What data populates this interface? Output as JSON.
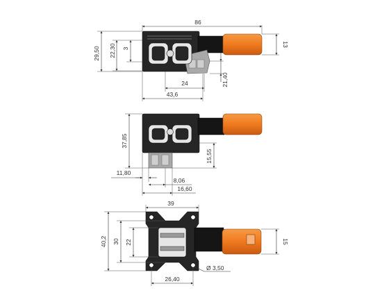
{
  "colors": {
    "ink": "#333333",
    "body_dark": "#262626",
    "orange": "#f07a1e",
    "orange_dark": "#c85a12",
    "grey_part": "#a9a9a9"
  },
  "views": {
    "top": {
      "dims": {
        "overall_width": "86",
        "total_height": "29,50",
        "height_22": "22,30",
        "offset_3": "3",
        "tab_height": "13",
        "base_width": "24",
        "body_width": "43,6",
        "offset_21": "21,40"
      }
    },
    "middle": {
      "dims": {
        "height_37": "37,85",
        "height_15": "15,55",
        "offset_11": "11,80",
        "width_8": "8,06",
        "width_16": "16,60"
      }
    },
    "bottom": {
      "dims": {
        "flange_width": "39",
        "height_40": "40,2",
        "height_30": "30",
        "height_22": "22",
        "tab_height": "15",
        "hole_dia": "Ø 3,50",
        "hole_spacing": "26,40"
      }
    }
  }
}
